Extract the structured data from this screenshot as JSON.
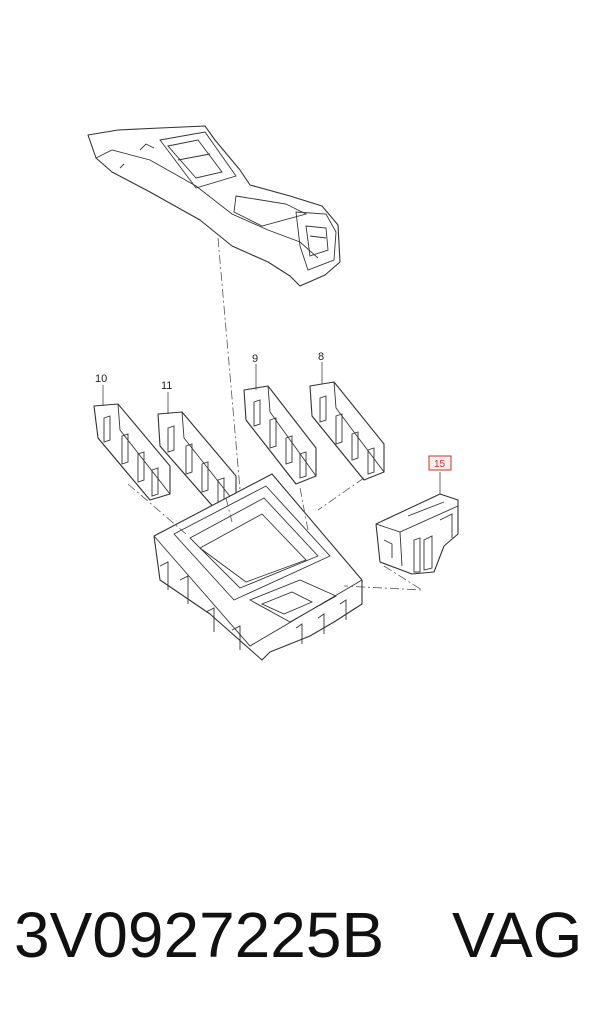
{
  "callouts": {
    "c8": "8",
    "c9": "9",
    "c10": "10",
    "c11": "11",
    "c15": "15"
  },
  "highlight_color": "#c0392b",
  "footer": {
    "part_number": "3V0927225B",
    "brand": "VAG"
  }
}
